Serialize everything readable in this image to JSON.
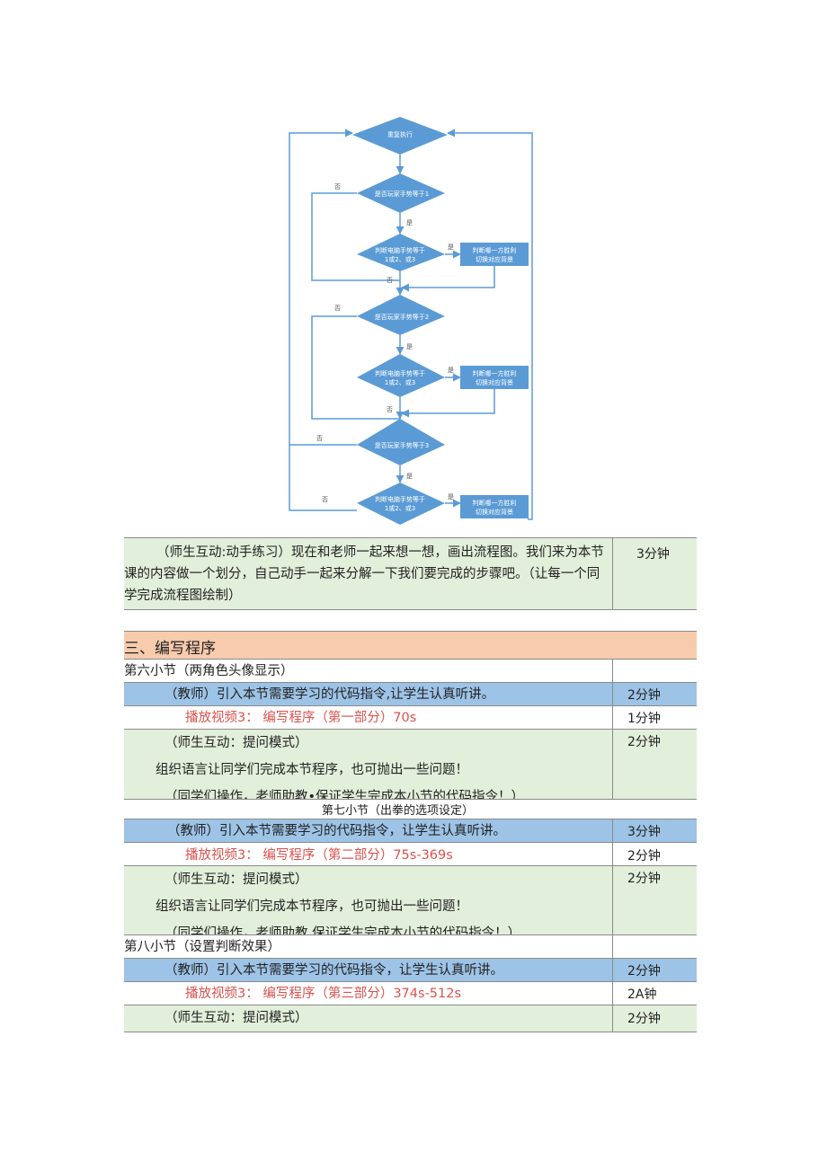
{
  "flowchart": {
    "repeat": "重复执行",
    "decision1": "是否玩家手势等于1",
    "decision2": "是否玩家手势等于2",
    "decision3": "是否玩家手势等于3",
    "judge_line1": "判断电脑手势等于",
    "judge_line2": "1或2、或3",
    "result_line1": "判断哪一方胜利",
    "result_line2": "切换对应背景",
    "yes": "是",
    "no": "否",
    "colors": {
      "shape": "#5b9bd5",
      "line": "#5b9bd5"
    }
  },
  "top_row": {
    "text": "（师生互动:动手练习）现在和老师一起来想一想，画出流程图。我们来为本节课的内容做一个划分，自己动手一起来分解一下我们要完成的步骤吧。（让每一个同学完成流程图绘制）",
    "time": "3分钟"
  },
  "section_title": "三、编写程序",
  "sections": [
    {
      "header": "第六小节（两角色头像显示）",
      "teacher": "（教师）引入本节需要学习的代码指令,让学生认真听讲。",
      "teacher_time": "2分钟",
      "video": "播放视频3：  编写程序（第一部分）70s",
      "video_time": "1分钟",
      "interact_title": "（师生互动：提问模式）",
      "interact_line2": "组织语言让同学们完成本节程序，也可抛出一些问题！",
      "interact_line3": "（同学们操作，老师助教•保证学生完成本小节的代码指令！）",
      "interact_time": "2分钟"
    },
    {
      "header": "第七小节（出拳的选项设定）",
      "teacher": "（教师）引入本节需要学习的代码指令，让学生认真听讲。",
      "teacher_time": "3分钟",
      "video": "播放视频3：  编写程序（第二部分）75s-369s",
      "video_time": "2分钟",
      "interact_title": "（师生互动：提问模式）",
      "interact_line2": "组织语言让同学们完成本节程序，也可抛出一些问题！",
      "interact_line3": "（同学们操作，老师助教,保证学生完成本小节的代码指令！）",
      "interact_time": "2分钟"
    },
    {
      "header": "第八小节（设置判断效果）",
      "teacher": "（教师）引入本节需要学习的代码指令，让学生认真听讲。",
      "teacher_time": "2分钟",
      "video": "播放视频3：  编写程序（第三部分）374s-512s",
      "video_time": "2A钟",
      "interact_title": "（师生互动：提问模式）",
      "interact_time": "2分钟"
    }
  ]
}
